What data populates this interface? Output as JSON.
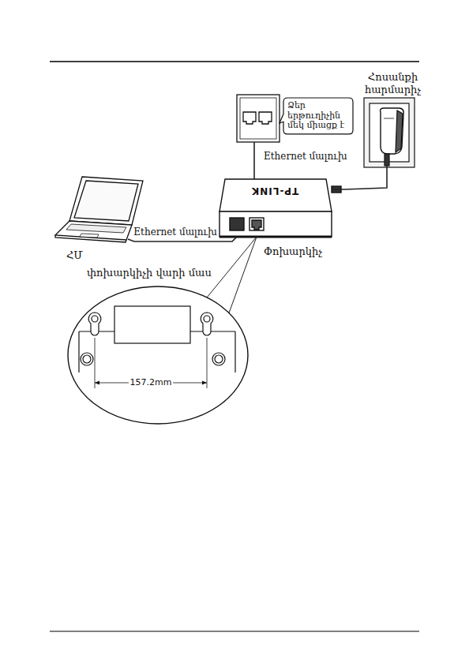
{
  "diagram": {
    "nodes": [
      {
        "text": [
          "Հոսանքի հարմարիչ"
        ]
      },
      {
        "text": [
          "Ձեր երթուղիչին մեկ միացք է"
        ]
      },
      {
        "text": [
          "ՀՄ"
        ]
      },
      {
        "text": [
          "TP-LINK",
          "Փոխարկիչ"
        ]
      },
      {
        "text": [
          "փոխարկիչի վարի մաս"
        ]
      }
    ],
    "edges": [
      {
        "from": 1,
        "to": 3,
        "label": "Ethernet մալուխ",
        "arrow": "none"
      },
      {
        "from": 2,
        "to": 3,
        "label": "Ethernet մալուխ",
        "arrow": "none"
      },
      {
        "from": 0,
        "to": 3,
        "arrow": "none"
      },
      {
        "from": 4,
        "to": 3,
        "arrow": "none"
      }
    ],
    "labels": [
      "157.2mm"
    ]
  }
}
